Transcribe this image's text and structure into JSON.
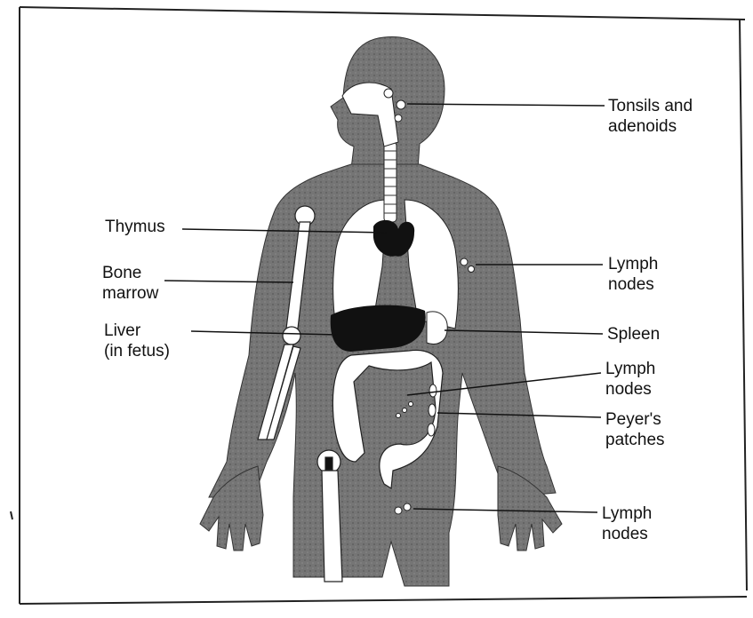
{
  "labels": {
    "tonsils": "Tonsils and\nadenoids",
    "thymus": "Thymus",
    "bone_marrow": "Bone\nmarrow",
    "liver": "Liver\n(in fetus)",
    "lymph_nodes_upper": "Lymph\nnodes",
    "spleen": "Spleen",
    "lymph_nodes_middle": "Lymph\nnodes",
    "peyers_patches": "Peyer's\npatches",
    "lymph_nodes_lower": "Lymph\nnodes"
  },
  "colors": {
    "body_fill": "#6e6e6e",
    "organ_dark": "#111111",
    "organ_light": "#ffffff",
    "line": "#111111"
  }
}
